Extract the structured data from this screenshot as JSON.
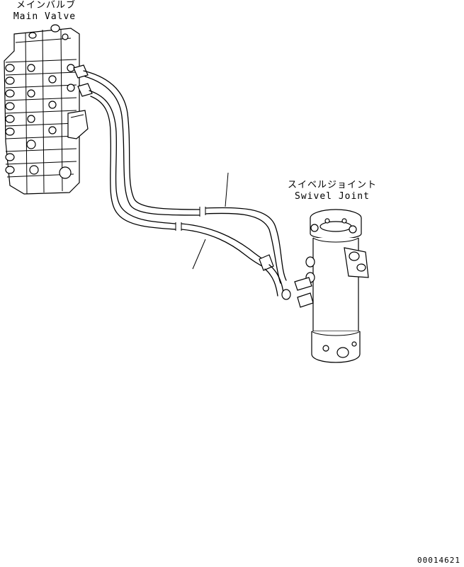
{
  "labels": {
    "main_valve_jp": "メインバルブ",
    "main_valve_en": "Main Valve",
    "swivel_joint_jp": "スイベルジョイント",
    "swivel_joint_en": "Swivel Joint"
  },
  "figure_id": "00014621"
}
